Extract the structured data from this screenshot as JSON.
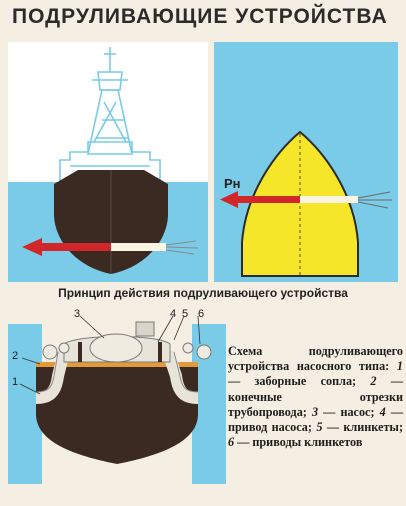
{
  "title": "ПОДРУЛИВАЮЩИЕ УСТРОЙСТВА",
  "caption": "Принцип действия подруливающего устройства",
  "force_label": "Рн",
  "part_numbers": [
    "1",
    "2",
    "3",
    "4",
    "5",
    "6"
  ],
  "legend": {
    "intro": "Схема подруливающего устройства насосного типа:",
    "items": [
      {
        "num": "1",
        "text": "заборные сопла;"
      },
      {
        "num": "2",
        "text": "конечные отрезки трубопровода;"
      },
      {
        "num": "3",
        "text": "насос;"
      },
      {
        "num": "4",
        "text": "привод насоса;"
      },
      {
        "num": "5",
        "text": "клинкеты;"
      },
      {
        "num": "6",
        "text": "приводы клинкетов"
      }
    ]
  },
  "colors": {
    "sky": "#ffffff",
    "water": "#79cbe8",
    "hull": "#3a2a22",
    "deck": "#e29a3a",
    "arrow": "#d1262a",
    "yellow_deck": "#f5e62a"
  }
}
